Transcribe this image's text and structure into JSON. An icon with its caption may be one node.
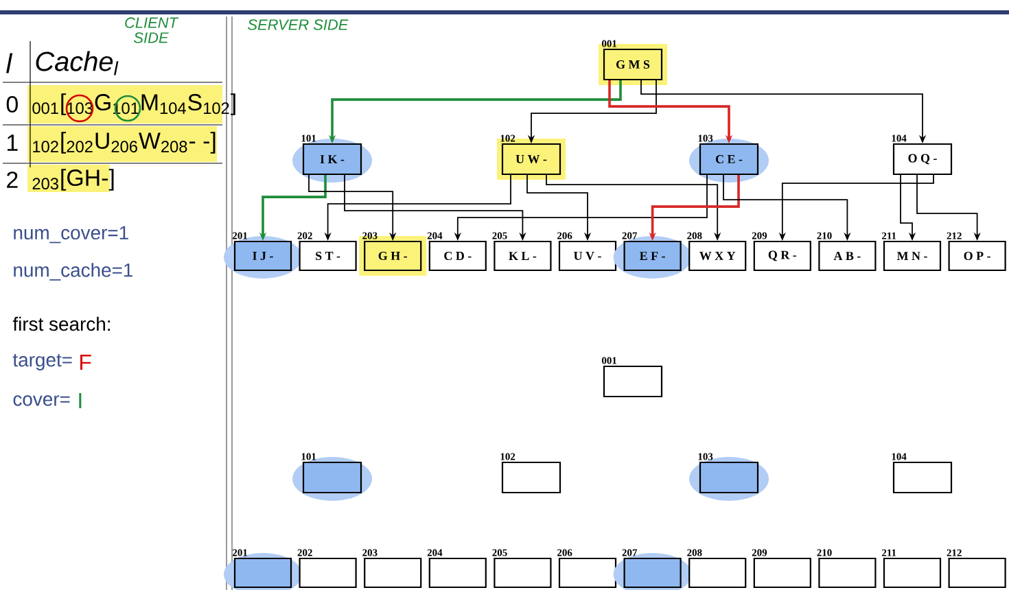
{
  "diagram": {
    "nodes": [
      {
        "text": [
          "G M S"
        ],
        "beside": [
          "001"
        ]
      },
      {
        "text": [
          "I K -"
        ],
        "beside": [
          "101"
        ]
      },
      {
        "text": [
          "U W -"
        ],
        "beside": [
          "102"
        ]
      },
      {
        "text": [
          "C E -"
        ],
        "beside": [
          "103"
        ]
      },
      {
        "text": [
          "O Q -"
        ],
        "beside": [
          "104"
        ]
      },
      {
        "text": [
          "I J -"
        ],
        "beside": [
          "201"
        ]
      },
      {
        "text": [
          "S T -"
        ],
        "beside": [
          "202"
        ]
      },
      {
        "text": [
          "G H -"
        ],
        "beside": [
          "203"
        ]
      },
      {
        "text": [
          "C D -"
        ],
        "beside": [
          "204"
        ]
      },
      {
        "text": [
          "K L -"
        ],
        "beside": [
          "205"
        ]
      },
      {
        "text": [
          "U V -"
        ],
        "beside": [
          "206"
        ]
      },
      {
        "text": [
          "E F -"
        ],
        "beside": [
          "207"
        ]
      },
      {
        "text": [
          "W X Y"
        ],
        "beside": [
          "208"
        ]
      },
      {
        "text": [
          "Q R -"
        ],
        "beside": [
          "209"
        ]
      },
      {
        "text": [
          "A B -"
        ],
        "beside": [
          "210"
        ]
      },
      {
        "text": [
          "M N -"
        ],
        "beside": [
          "211"
        ]
      },
      {
        "text": [
          "O P -"
        ],
        "beside": [
          "212"
        ]
      },
      {
        "text": [],
        "shape": "box",
        "beside": [
          "001"
        ]
      },
      {
        "text": [],
        "shape": "box",
        "beside": [
          "101"
        ]
      },
      {
        "text": [],
        "shape": "box",
        "beside": [
          "102"
        ]
      },
      {
        "text": [],
        "shape": "box",
        "beside": [
          "103"
        ]
      },
      {
        "text": [],
        "shape": "box",
        "beside": [
          "104"
        ]
      },
      {
        "text": [],
        "shape": "box",
        "beside": [
          "201"
        ]
      },
      {
        "text": [],
        "shape": "box",
        "beside": [
          "202"
        ]
      },
      {
        "text": [],
        "shape": "box",
        "beside": [
          "203"
        ]
      },
      {
        "text": [],
        "shape": "box",
        "beside": [
          "204"
        ]
      },
      {
        "text": [],
        "shape": "box",
        "beside": [
          "205"
        ]
      },
      {
        "text": [],
        "shape": "box",
        "beside": [
          "206"
        ]
      },
      {
        "text": [],
        "shape": "box",
        "beside": [
          "207"
        ]
      },
      {
        "text": [],
        "shape": "box",
        "beside": [
          "208"
        ]
      },
      {
        "text": [],
        "shape": "box",
        "beside": [
          "209"
        ]
      },
      {
        "text": [],
        "shape": "box",
        "beside": [
          "210"
        ]
      },
      {
        "text": [],
        "shape": "box",
        "beside": [
          "211"
        ]
      },
      {
        "text": [],
        "shape": "box",
        "beside": [
          "212"
        ]
      }
    ],
    "edges": [
      {
        "from": 0,
        "to": 1,
        "arrow": "to",
        "color": "#1e8c3a"
      },
      {
        "from": 0,
        "to": 2,
        "arrow": "to"
      },
      {
        "from": 0,
        "to": 3,
        "arrow": "to",
        "color": "#d62728"
      },
      {
        "from": 0,
        "to": 4,
        "arrow": "to"
      },
      {
        "from": 1,
        "to": 5,
        "arrow": "to",
        "color": "#1e8c3a"
      },
      {
        "from": 1,
        "to": 7,
        "arrow": "to"
      },
      {
        "from": 1,
        "to": 9,
        "arrow": "to"
      },
      {
        "from": 2,
        "to": 6,
        "arrow": "to"
      },
      {
        "from": 2,
        "to": 10,
        "arrow": "to"
      },
      {
        "from": 2,
        "to": 12,
        "arrow": "to"
      },
      {
        "from": 3,
        "to": 8,
        "arrow": "to"
      },
      {
        "from": 3,
        "to": 11,
        "arrow": "to",
        "color": "#d62728"
      },
      {
        "from": 3,
        "to": 14,
        "arrow": "to"
      },
      {
        "from": 4,
        "to": 13,
        "arrow": "to"
      },
      {
        "from": 4,
        "to": 15,
        "arrow": "to"
      },
      {
        "from": 4,
        "to": 16,
        "arrow": "to"
      }
    ],
    "labels": [
      "CLIENT SIDE",
      "SERVER SIDE",
      "l",
      "Cache$_{l}$",
      "0",
      "$_{001}$[$_{103}$G$_{101}$M$_{104}$S$_{102}$]",
      "1",
      "$_{102}$[$_{202}$U$_{206}$W$_{208}$- -]",
      "2",
      "$_{203}$[GH-]",
      "num_cover=1",
      "num_cache=1",
      "first search:",
      "target=",
      "F",
      "cover=",
      "I"
    ]
  }
}
